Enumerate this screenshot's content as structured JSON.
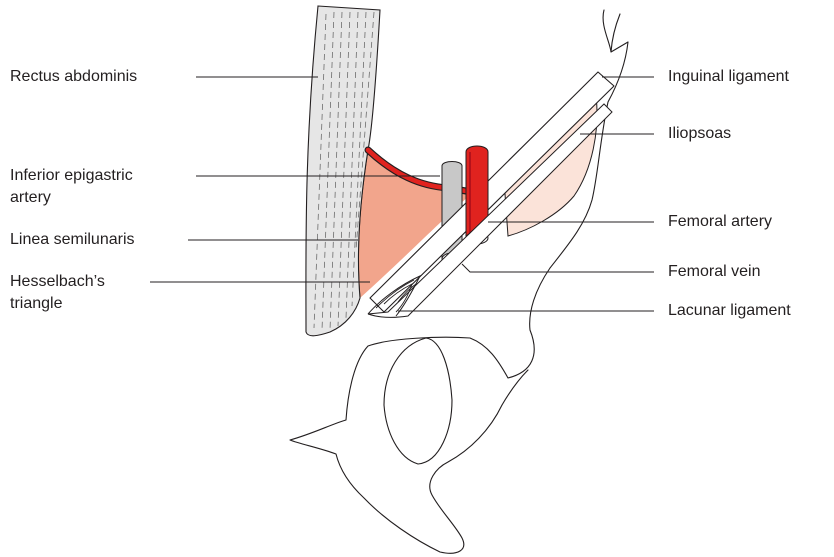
{
  "labels": {
    "rectus_abdominis": "Rectus abdominis",
    "inferior_epigastric_artery": [
      "Inferior epigastric",
      "artery"
    ],
    "linea_semilunaris": "Linea semilunaris",
    "hesselbachs_triangle": [
      "Hesselbach’s",
      "triangle"
    ],
    "inguinal_ligament": "Inguinal ligament",
    "iliopsoas": "Iliopsoas",
    "femoral_artery": "Femoral artery",
    "femoral_vein": "Femoral vein",
    "lacunar_ligament": "Lacunar ligament"
  },
  "colors": {
    "outline": "#231f20",
    "rectus_fill": "#e6e6e6",
    "triangle_fill": "#f2a58c",
    "iliopsoas_fill": "#fbe3d9",
    "artery_red": "#e0231f",
    "artery_dark_red": "#b5121b",
    "vein_gray": "#c8c8c8"
  }
}
